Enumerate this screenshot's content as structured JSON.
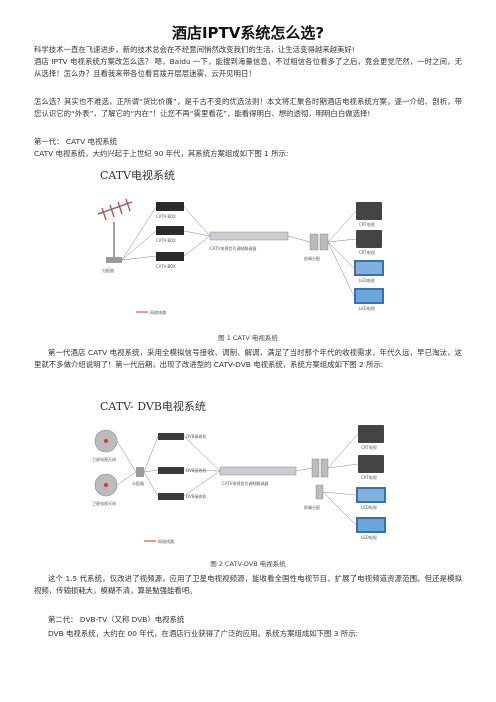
{
  "title": "酒店IPTV系统怎么选?",
  "intro": [
    "科学技术一直在飞速进步，新的技术总会在不经意间悄然改变我们的生活，让生活变得越来越美好!",
    "酒店 IPTV 电视系统方案改怎么选？ 嗯，Baidu 一下，能搜到海量信息，不过相信各位看多了之后，竟会更觉茫然，一时之间，无从选择！怎么办？且看我来带各位看官拨开层层迷雾，云开见明日！",
    "怎么选？其实也不难选，正所谓“货比价廉”，是千古不变的优选法则！本文将汇聚各时期酒店电视系统方案，逐一介绍、剖析，带您认识它的“外表”，了解它的“内在”！让您不再“雾里看花”，能看得明白、想的透彻，明明白白做选择!",
    "第一代： CATV 电视系统",
    "CATV 电视系统，大约兴起于上世纪 90 年代，其系统方案组成如下图 1 所示:"
  ],
  "fig1": {
    "heading": "CATV电视系统",
    "caption": "图 1 CATV 电视系统",
    "labels": {
      "box1": "CATV-BOX",
      "box2": "CATV-BOX",
      "box3": "CATV-BOX",
      "splitter": "分配器",
      "modulator": "CATV电视信号调制解调器",
      "amp": "前端分配",
      "tv1": "CRT电视",
      "tv2": "CRT电视",
      "tv3": "LED电视",
      "tv4": "LED电视",
      "network": "网络线路"
    }
  },
  "mid": [
    "第一代酒店 CATV 电视系统，采用全模拟信号接收、调制、解调，满足了当时那个年代的收视需求，年代久远，早已淘汰，这里就不多做介绍说明了！第一代后期，出现了改进型的 CATV-DVB 电视系统，系统方案组成如下图 2 所示:"
  ],
  "fig2": {
    "heading": "CATV- DVB电视系统",
    "caption": "图 2 CATV-DVB 电视系统",
    "labels": {
      "dish1": "卫星电视天线",
      "dish2": "卫星电视天线",
      "rx1": "DVB接收机",
      "rx2": "DVB接收机",
      "rx3": "DVB接收机",
      "splitter": "分配器",
      "modulator": "CATV电视信号调制解调器",
      "amp": "前端分配",
      "tv1": "CRT电视",
      "tv2": "CRT电视",
      "tv3": "LED电视",
      "tv4": "LED电视",
      "network": "网络线路"
    }
  },
  "outro": [
    "这个 1.5 代系统，仅改进了视频源，应用了卫星电视视频源，能收看全国性电视节目，扩展了电视频道资源范围。但还是模拟视频，传输损耗大，模糊不清，算是勉强能看吧。",
    "第二代： DVB-TV（又称 DVB）电视系统",
    "DVB 电视系统，大约在 00 年代，在酒店行业获得了广泛的应用。系统方案组成如下图 3 所示:"
  ]
}
